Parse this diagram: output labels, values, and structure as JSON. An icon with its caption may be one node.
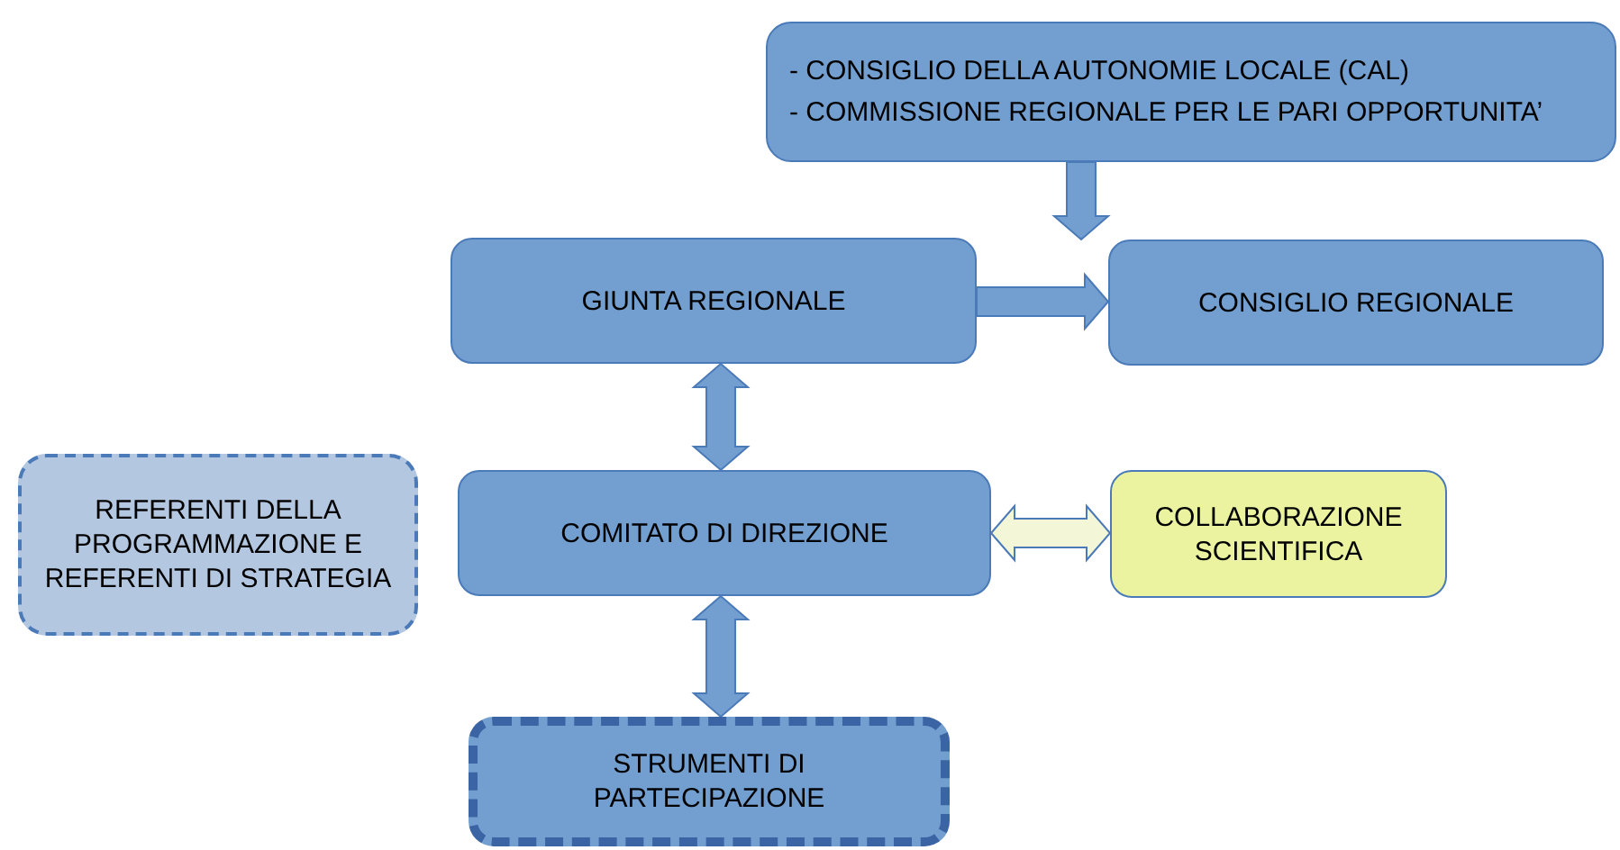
{
  "diagram": {
    "nodes": [
      {
        "text": [
          "- CONSIGLIO DELLA AUTONOMIE LOCALE (CAL)",
          "- COMMISSIONE REGIONALE PER LE PARI OPPORTUNITA’"
        ]
      },
      {
        "text": [
          "GIUNTA REGIONALE"
        ]
      },
      {
        "text": [
          "CONSIGLIO REGIONALE"
        ]
      },
      {
        "text": [
          "REFERENTI DELLA PROGRAMMAZIONE E REFERENTI DI STRATEGIA"
        ]
      },
      {
        "text": [
          "COMITATO DI DIREZIONE"
        ]
      },
      {
        "text": [
          "COLLABORAZIONE SCIENTIFICA"
        ]
      },
      {
        "text": [
          "STRUMENTI DI PARTECIPAZIONE"
        ]
      }
    ],
    "edges": [
      {
        "from": 0,
        "to": 2,
        "arrow": "to"
      },
      {
        "from": 1,
        "to": 2,
        "arrow": "to"
      },
      {
        "from": 1,
        "to": 4,
        "arrow": "both"
      },
      {
        "from": 4,
        "to": 5,
        "arrow": "both",
        "color": "#f4f6d8"
      },
      {
        "from": 4,
        "to": 6,
        "arrow": "both"
      }
    ]
  }
}
